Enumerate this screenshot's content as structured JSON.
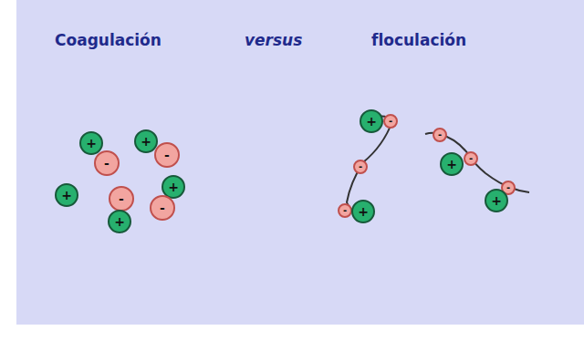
{
  "diagram": {
    "nodes": [
      {
        "text": [
          "+"
        ]
      },
      {
        "text": [
          "+"
        ]
      },
      {
        "text": [
          "-"
        ]
      },
      {
        "text": [
          "-"
        ]
      },
      {
        "text": [
          "+"
        ]
      },
      {
        "text": [
          "+"
        ]
      },
      {
        "text": [
          "-"
        ]
      },
      {
        "text": [
          "-"
        ]
      },
      {
        "text": [
          "+"
        ]
      },
      {
        "text": [
          "+"
        ]
      },
      {
        "text": [
          "-"
        ]
      },
      {
        "text": [
          "-"
        ]
      },
      {
        "text": [
          "-"
        ]
      },
      {
        "text": [
          "+"
        ]
      },
      {
        "text": [
          "-"
        ]
      },
      {
        "text": [
          "-"
        ]
      },
      {
        "text": [
          "+"
        ]
      },
      {
        "text": [
          "-"
        ]
      },
      {
        "text": [
          "+"
        ]
      }
    ],
    "labels": [
      "Coagulación",
      "versus",
      "floculación"
    ]
  }
}
